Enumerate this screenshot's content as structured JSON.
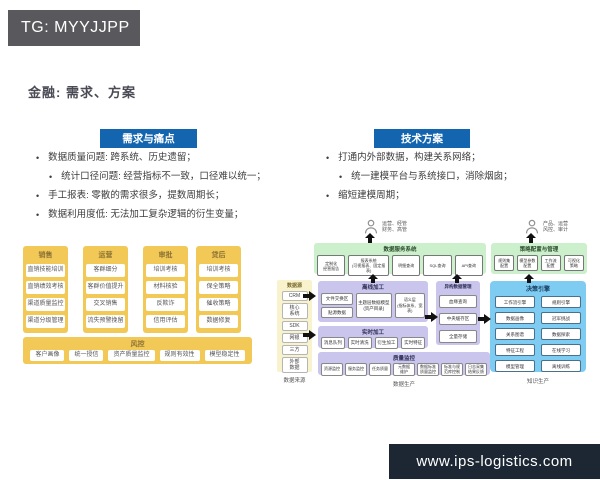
{
  "banner": "TG: MYYJJPP",
  "title": "金融: 需求、方案",
  "pain": {
    "header": "需求与痛点",
    "bullets": [
      "数据质量问题: 跨系统、历史遗留；",
      "统计口径问题: 经营指标不一致，口径难以统一；",
      "手工报表: 零散的需求很多，提数周期长；",
      "数据利用度低: 无法加工复杂逻辑的衍生变量；"
    ]
  },
  "plan": {
    "header": "技术方案",
    "bullets": [
      "打通内外部数据，构建关系网络；",
      "统一建模平台与系统接口，消除烟囱；",
      "缩短建模周期；"
    ]
  },
  "biz": {
    "cols": [
      {
        "h": "销售",
        "items": [
          "直销技能培训",
          "直销绩效考核",
          "渠道质量监控",
          "渠道分级管理"
        ]
      },
      {
        "h": "运营",
        "items": [
          "客群细分",
          "客群价值提升",
          "交叉销售",
          "流失预警挽留"
        ]
      },
      {
        "h": "审批",
        "items": [
          "培训考核",
          "材料核验",
          "反欺诈",
          "信用评估"
        ]
      },
      {
        "h": "贷后",
        "items": [
          "培训考核",
          "保全策略",
          "催收策略",
          "数据修复"
        ]
      }
    ],
    "risk": {
      "h": "风控",
      "items": [
        "客户画像",
        "统一授信",
        "资产质量监控",
        "规则有效性",
        "模型稳定性"
      ]
    }
  },
  "arch": {
    "users_left": "运营、经管\n财务、高管",
    "users_right": "产品、运营\n风控、审计",
    "service": {
      "h": "数据服务系统",
      "items": [
        "定制化\n经营报告",
        "报表系统\n(可视报表、固定报表)",
        "明细查询",
        "SQL查询",
        "API查询"
      ]
    },
    "strategy": {
      "h": "策略配置与管理",
      "items": [
        "规则集\n配置",
        "模型参数\n配置",
        "工作流\n配置",
        "可视化\n策略"
      ]
    },
    "source": {
      "h": "数据源",
      "items": [
        "CRM",
        "核心\n系统",
        "SDK",
        "网银",
        "三方",
        "外部\n数据"
      ],
      "label": "数据来源"
    },
    "offline": {
      "h": "离线加工",
      "items": [
        "文件交换区",
        "贴源数据",
        "主题层数据模型\n(资产目录)",
        "语义层\n(指标体系、宽表)"
      ]
    },
    "realtime": {
      "h": "实时加工",
      "items": [
        "消息队列",
        "实时清洗",
        "衍生加工",
        "实时特征"
      ]
    },
    "quality": {
      "h": "质量监控",
      "items": [
        "资源监控",
        "服务监控",
        "任务质量",
        "元数据\n维护",
        "数据标准\n质量监控",
        "标准与规\n范库控制",
        "日志采集\n结果反馈"
      ]
    },
    "hetero": {
      "h": "异构数据管理",
      "items": [
        "血缘查询",
        "中央缓存区",
        "全量存储"
      ]
    },
    "decision": {
      "h": "决策引擎",
      "left": [
        "工作流引擎",
        "数据画像",
        "关系图谱",
        "特征工程",
        "模型管理"
      ],
      "right": [
        "规则引擎",
        "冠军挑战",
        "数据探索",
        "在线学习",
        "离线训练"
      ]
    },
    "label_mid": "数据生产",
    "label_right": "知识生产"
  },
  "footer_url": "www.ips-logistics.com"
}
